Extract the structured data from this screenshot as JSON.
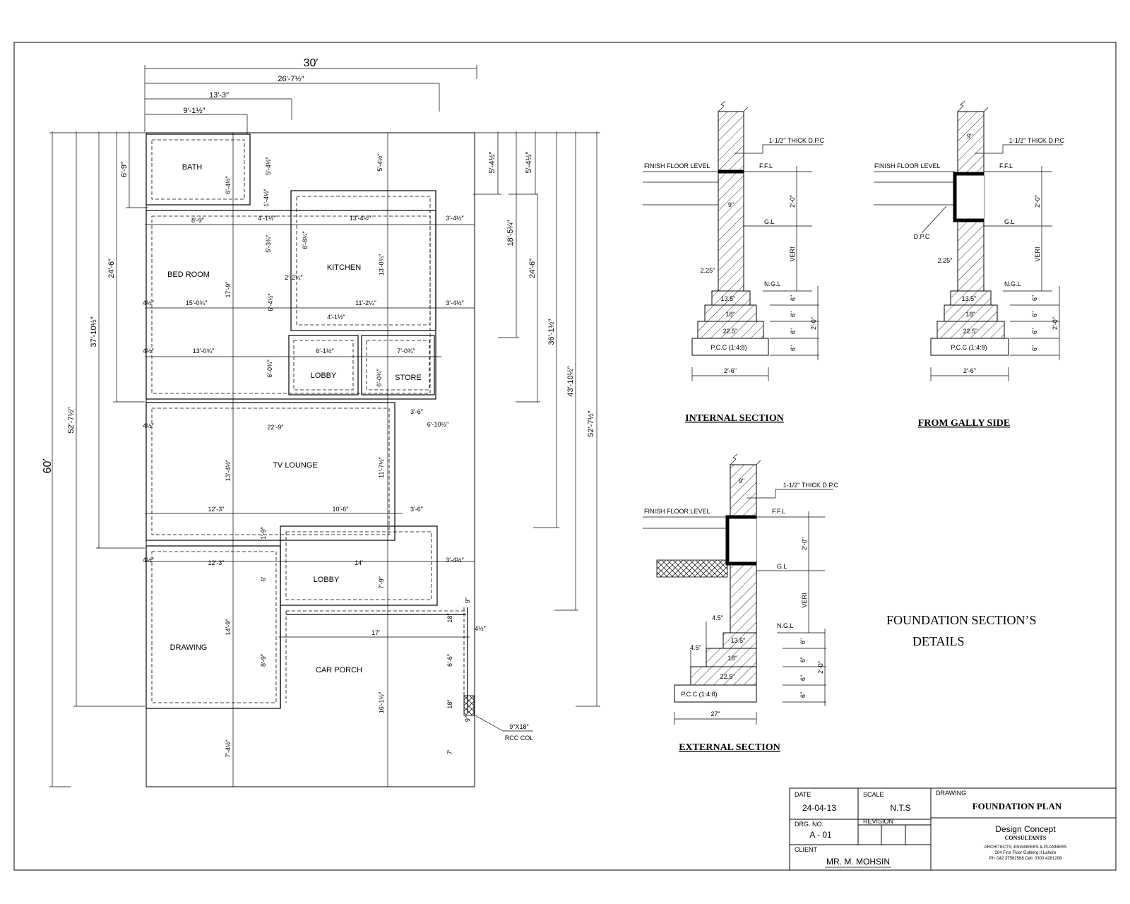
{
  "plan": {
    "overall": {
      "width": "30′",
      "depth": "60′"
    },
    "top_dims": [
      "26′-7½″",
      "13′-3″",
      "9′-1½″"
    ],
    "left_dims": [
      "52′-7½″",
      "37′-10½″",
      "24′-6″",
      "6′-9″"
    ],
    "right_dims": [
      "5′-4½″",
      "5′-4½″",
      "18′-5¼″",
      "24′-6″",
      "36′-1½″",
      "43′-10½″",
      "52′-7½″"
    ],
    "rooms": {
      "bath": "BATH",
      "bedroom": "BED ROOM",
      "kitchen": "KITCHEN",
      "lobby1": "LOBBY",
      "store": "STORE",
      "tv": "TV LOUNGE",
      "lobby2": "LOBBY",
      "drawing": "DRAWING",
      "porch": "CAR PORCH"
    },
    "dims": {
      "bath_h": "6′-4½″",
      "d_1_4": "1′-4½″",
      "d_5_4": "5′-4½″",
      "d_5_4b": "5′-4½″",
      "bed_w": "8′-9″",
      "d_4_1": "4′-1½″",
      "kit_w": "13′-4½″",
      "d_3_4a": "3′-4½″",
      "d_5_3": "5′-3¾″",
      "d_6_8": "6′-8¼″",
      "kit_h": "13′-0¾″",
      "d_2_2": "2′-2¼″",
      "bed_h": "17′-9″",
      "d_15": "15′-0¾″",
      "d_11": "11′-2¼″",
      "d_3_4b": "3′-4½″",
      "d_6_4": "6′-4½″",
      "d_4_1b": "4′-1½″",
      "d_4_a": "4½″",
      "d_13": "13′-0¾″",
      "d_6_1": "6′-1½″",
      "d_7_0": "7′-0¾″",
      "d_4_b": "4½″",
      "d_6_0": "6′-0¾″",
      "d_6_0b": "6′-0¾″",
      "d_3_6a": "3′-6″",
      "d_6_10": "6′-10½″",
      "d_4_c": "4½″",
      "d_22": "22′-9″",
      "tv_h": "13′-4½″",
      "d_11_7": "11′-7½″",
      "d_12_3a": "12′-3″",
      "d_10_6": "10′-6″",
      "d_3_6b": "3′-6″",
      "d_1_9": "1′-9″",
      "d_4_d": "4½″",
      "d_12_3b": "12′-3″",
      "d_14": "14′",
      "d_3_4c": "3′-4½″",
      "d_6": "6′",
      "d_7_9": "7′-9″",
      "d_14_9": "14′-9″",
      "d_17": "17′",
      "d_4_e": "4½″",
      "d_18a": "18″",
      "d_9": "9″",
      "d_8_9": "8′-9″",
      "d_6_6": "6′-6″",
      "d_16": "16′-1½″",
      "d_18b": "18″",
      "d_9b": "9″",
      "d_7_4": "7′-4½″",
      "d_7": "7′",
      "col": "9″X18″",
      "col2": "RCC COL"
    }
  },
  "sections": {
    "internal": {
      "title": "INTERNAL SECTION",
      "dpc": "1-1/2\" THICK D.P.C",
      "ffl_label": "FINISH FLOOR LEVEL",
      "ffl": "F.F.L",
      "wall": "9\"",
      "gl": "G.L",
      "h2": "2′-0\"",
      "veri": "VERI",
      "ngl": "N.G.L",
      "off": "2.25\"",
      "s1": "13.5\"",
      "s2": "18\"",
      "s3": "22.5\"",
      "pcc": "P.C.C (1:4:8)",
      "base": "2′-6\"",
      "r1": "6\"",
      "r2": "6\"",
      "r3": "6\"",
      "r4": "6\"",
      "h3": "2′-0\""
    },
    "gally": {
      "title": "FROM GALLY SIDE",
      "dpc": "1-1/2\" THICK D.P.C",
      "ffl_label": "FINISH FLOOR LEVEL",
      "ffl": "F.F.L",
      "wall": "9\"",
      "gl": "G.L",
      "dpc2": "D.P.C",
      "h2": "2′-0\"",
      "veri": "VERI",
      "ngl": "N.G.L",
      "off": "2.25\"",
      "s1": "13.5\"",
      "s2": "18\"",
      "s3": "22.5\"",
      "pcc": "P.C.C (1:4:8)",
      "base": "2′-6\"",
      "r1": "6\"",
      "r2": "6\"",
      "r3": "6\"",
      "r4": "6\"",
      "h3": "2′-0\""
    },
    "external": {
      "title": "EXTERNAL SECTION",
      "dpc": "1-1/2\" THICK D.P.C",
      "ffl_label": "FINISH FLOOR LEVEL",
      "ffl": "F.F.L",
      "wall": "9\"",
      "gl": "G.L",
      "h2": "2′-0\"",
      "veri": "VERI",
      "ngl": "N.G.L",
      "off": "4.5\"",
      "off2": "4.5\"",
      "s1": "13.5\"",
      "s2": "18\"",
      "s3": "22.5\"",
      "pcc": "P.C.C (1:4:8)",
      "base": "27\"",
      "r1": "6\"",
      "r2": "6\"",
      "r3": "6\"",
      "r4": "6\"",
      "h3": "2′-0\""
    },
    "details_title_1": "FOUNDATION  SECTION’S",
    "details_title_2": "DETAILS"
  },
  "titleblock": {
    "date_label": "DATE",
    "date": "24-04-13",
    "scale_label": "SCALE",
    "scale": "N.T.S",
    "drg_label": "DRG. NO.",
    "drg": "A - 01",
    "rev_label": "REVISION",
    "client_label": "CLIENT",
    "client": "MR. M. MOHSIN",
    "drawing_label": "DRAWING",
    "drawing": "FOUNDATION PLAN",
    "firm": "Design  Concept",
    "firm2": "CONSULTANTS",
    "firm3": "ARCHITECTS, ENGINEERS & PLANNERS",
    "firm4": "204 First Floor Gulberg II Lahore",
    "firm5": "Ph: 042 37562588   Cell: 0300 4281208"
  }
}
